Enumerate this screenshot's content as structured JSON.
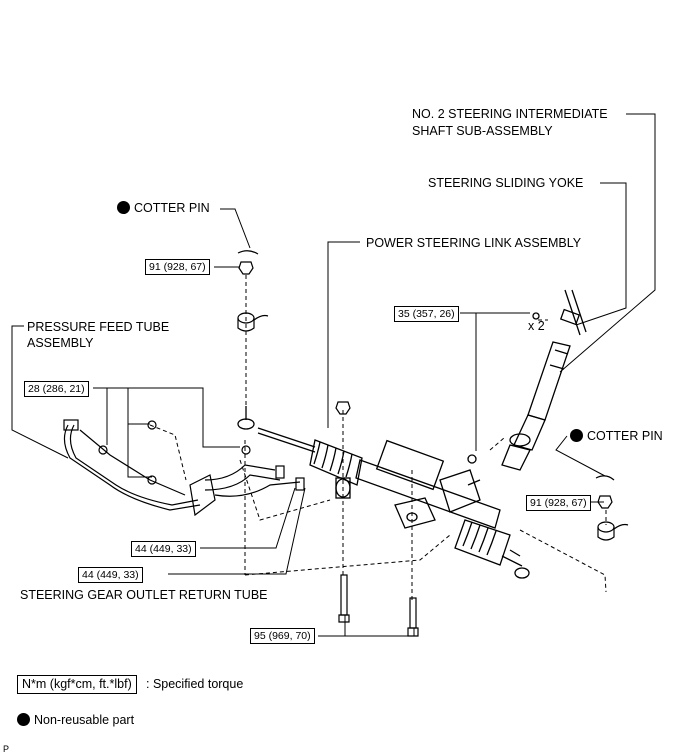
{
  "labels": {
    "shaft_line1": "NO. 2 STEERING INTERMEDIATE",
    "shaft_line2": "SHAFT SUB-ASSEMBLY",
    "yoke": "STEERING SLIDING YOKE",
    "cotter_pin_left": "COTTER PIN",
    "cotter_pin_right": "COTTER PIN",
    "link_assembly": "POWER STEERING LINK ASSEMBLY",
    "pressure_tube_line1": "PRESSURE FEED TUBE",
    "pressure_tube_line2": "ASSEMBLY",
    "return_tube": "STEERING GEAR OUTLET RETURN TUBE",
    "count_x2": "x 2"
  },
  "torques": {
    "t_left_tierod": "91 (928, 67)",
    "t_yoke_bolt": "35 (357, 26)",
    "t_tube_bolts": "28 (286, 21)",
    "t_right_tierod": "91 (928, 67)",
    "t_union_1": "44 (449, 33)",
    "t_union_2": "44 (449, 33)",
    "t_mount_bolts": "95 (969, 70)"
  },
  "legend": {
    "torque_unit": "N*m (kgf*cm, ft.*lbf)",
    "torque_desc": ": Specified torque",
    "nonreusable": "Non-reusable part"
  },
  "page_code": "P"
}
